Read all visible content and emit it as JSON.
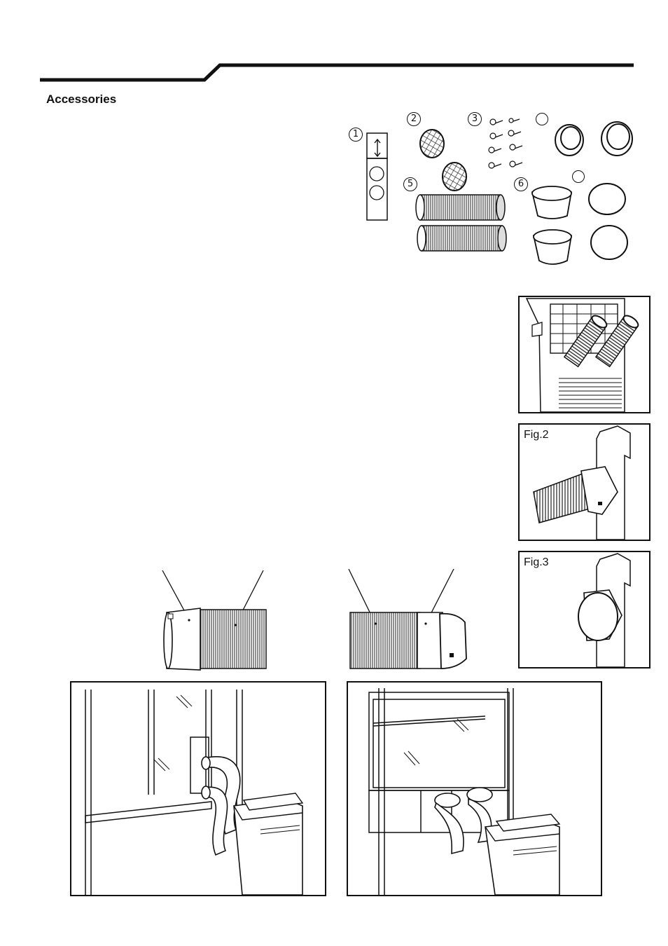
{
  "page": {
    "section_title": "Accessories"
  },
  "accessories": {
    "item_numbers": [
      "1",
      "2",
      "3",
      "5",
      "6"
    ],
    "unnumbered_markers": 2
  },
  "figures": {
    "fig2_label": "Fig.2",
    "fig3_label": "Fig.3"
  },
  "icons": [
    "up-down-arrow-icon",
    "circled-number-icon"
  ]
}
